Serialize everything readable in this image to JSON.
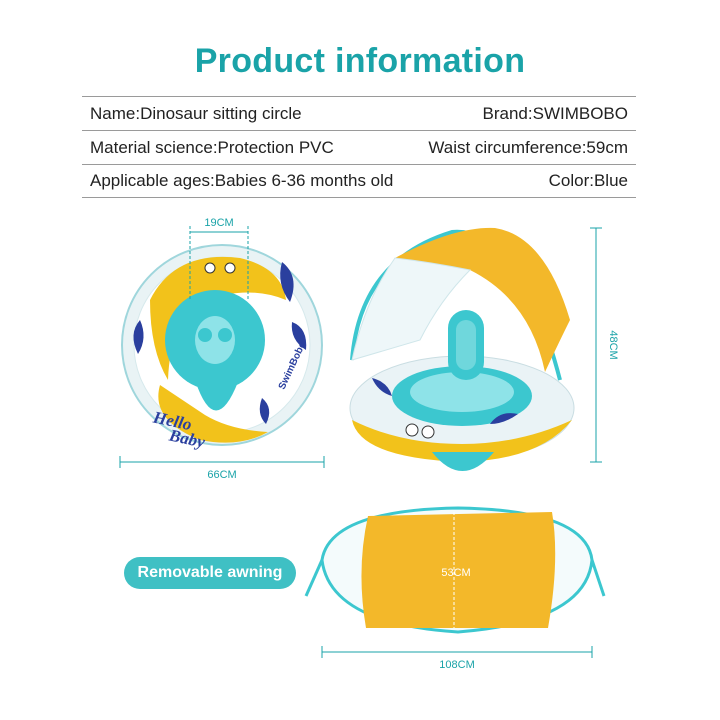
{
  "title": "Product information",
  "specs": [
    {
      "left": "Name:Dinosaur sitting circle",
      "right": "Brand:SWIMBOBO"
    },
    {
      "left": "Material science:Protection PVC",
      "right": "Waist circumference:59cm"
    },
    {
      "left": "Applicable ages:Babies 6-36 months old",
      "right": "Color:Blue"
    }
  ],
  "dimensions": {
    "seat_width": "19CM",
    "ring_width": "66CM",
    "height": "48CM",
    "awning_height": "53CM",
    "awning_width": "108CM"
  },
  "badge": "Removable awning",
  "print": {
    "hello": "Hello",
    "baby": "Baby",
    "brand_mark": "SwimBobo"
  },
  "colors": {
    "accent": "#1aa3a8",
    "ring_yellow": "#f2c21b",
    "seat_cyan": "#3cc7cf",
    "awning_yellow": "#f3b82a",
    "badge": "#3fc0c4"
  }
}
